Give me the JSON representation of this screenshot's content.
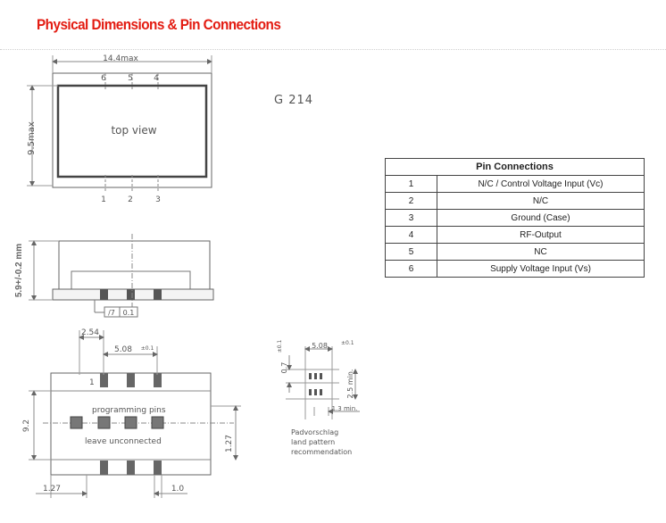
{
  "title": "Physical Dimensions & Pin Connections",
  "model": "G 214",
  "top_view": {
    "width_dim": "14.4max",
    "height_dim": "9.5max",
    "label": "top view",
    "top_pins": [
      "6",
      "5",
      "4"
    ],
    "bottom_pins": [
      "1",
      "2",
      "3"
    ]
  },
  "side_view": {
    "height_dim": "5.9+/-0.2 mm",
    "tolerance_box": [
      "/7",
      "0.1"
    ]
  },
  "footprint": {
    "pitch_left": "2.54",
    "pitch": "5.08",
    "pitch_tol": "±0.1",
    "height_dim": "9.2",
    "pin1_mark": "1",
    "programming_label": "programming pins",
    "unconnected_label": "leave unconnected",
    "dim_right": "1.27",
    "dim_bottom_left": "1.27",
    "dim_bottom_right": "1.0"
  },
  "land_pattern": {
    "dim_vertical": "0.7",
    "dim_vertical_tol": "±0.1",
    "dim_pitch": "5.08",
    "dim_pitch_tol": "±0.1",
    "dim_side": "2.5 min.",
    "dim_bottom": "1.3 min.",
    "caption": [
      "Padvorschlag",
      "land pattern",
      "recommendation"
    ]
  },
  "pin_table": {
    "header": "Pin Connections",
    "rows": [
      {
        "pin": "1",
        "desc": "N/C / Control Voltage Input (Vc)"
      },
      {
        "pin": "2",
        "desc": "N/C"
      },
      {
        "pin": "3",
        "desc": "Ground (Case)"
      },
      {
        "pin": "4",
        "desc": "RF-Output"
      },
      {
        "pin": "5",
        "desc": "NC"
      },
      {
        "pin": "6",
        "desc": "Supply Voltage Input (Vs)"
      }
    ]
  }
}
